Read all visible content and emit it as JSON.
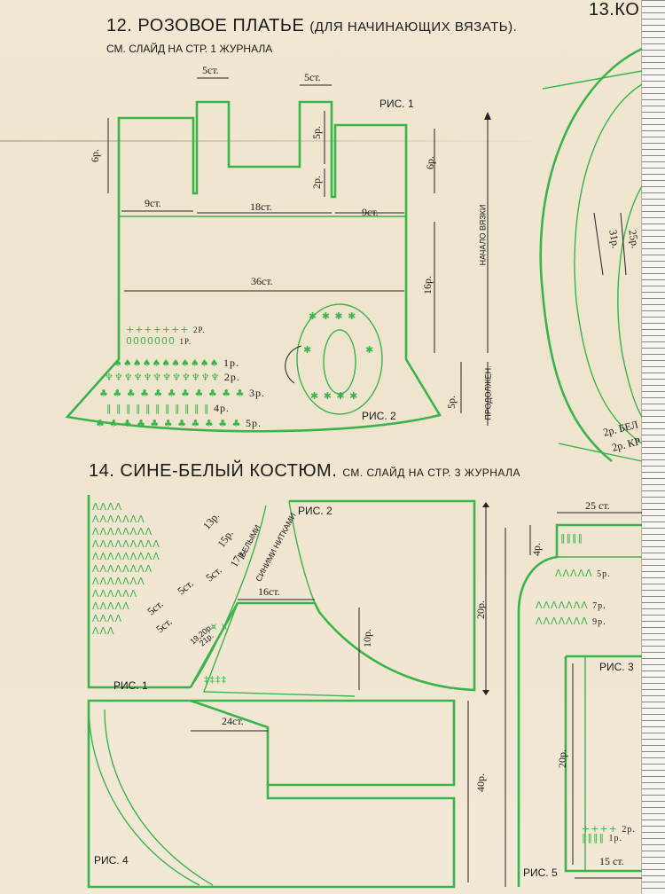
{
  "section_12": {
    "title": "12. РОЗОВОЕ ПЛАТЬЕ",
    "title_note": "(ДЛЯ НАЧИНАЮЩИХ ВЯЗАТЬ).",
    "subtitle": "СМ. СЛАЙД НА СТР. 1 ЖУРНАЛА",
    "fig1": "РИС. 1",
    "fig2": "РИС. 2",
    "labels": {
      "strap_left": "5ст.",
      "strap_right": "5ст.",
      "neck_depth": "5р.",
      "neck_inner": "2р.",
      "side_left": "6р.",
      "side_right": "6р.",
      "top_left": "9ст.",
      "top_mid": "18ст.",
      "top_right": "9ст.",
      "body": "36ст.",
      "body_height": "16р.",
      "skirt": "5р.",
      "vertical_start": "НАЧАЛО ВЯЗКИ",
      "vertical_cont": "ПРОДОЛЖЕН.",
      "rows": [
        "2Р.",
        "1Р.",
        "1р.",
        "2р.",
        "3р.",
        "4р.",
        "5р."
      ]
    }
  },
  "section_13": {
    "title": "13.КО",
    "labels": {
      "a": "31р.",
      "b": "25р.",
      "c": "2р. БЕЛ",
      "d": "2р. КР"
    }
  },
  "section_14": {
    "title": "14. СИНЕ-БЕЛЫЙ КОСТЮМ.",
    "subtitle": "СМ. СЛАЙД НА СТР. 3 ЖУРНАЛА",
    "fig1": "РИС. 1",
    "fig2": "РИС. 2",
    "fig3": "РИС. 3",
    "fig4": "РИС. 4",
    "fig5": "РИС. 5",
    "labels": {
      "r13": "13р.",
      "r15": "15р.",
      "r17": "17р.",
      "white": "БЕЛЫМИ",
      "blue": "СИНИМИ НИТКАМИ",
      "s5a": "5ст.",
      "s5b": "5ст.",
      "s5c": "5ст.",
      "s5d": "5ст.",
      "r19": "19,20р.",
      "r21": "21р.",
      "yoke": "16ст.",
      "yoke_h": "10р.",
      "height": "20р.",
      "front": "24ст.",
      "height2": "40р.",
      "fig5_w": "25 ст.",
      "fig5_h": "4р.",
      "fig5_r5": "5р.",
      "fig5_r7": "7р.",
      "fig5_r9": "9р.",
      "fig3_h": "20р.",
      "fig3_r2": "2р.",
      "fig3_r1": "1р.",
      "fig3_w": "15 ст."
    }
  },
  "colors": {
    "pattern_green": "#39b44a",
    "ink": "#1a1a1a",
    "paper": "#f1e7d2"
  }
}
